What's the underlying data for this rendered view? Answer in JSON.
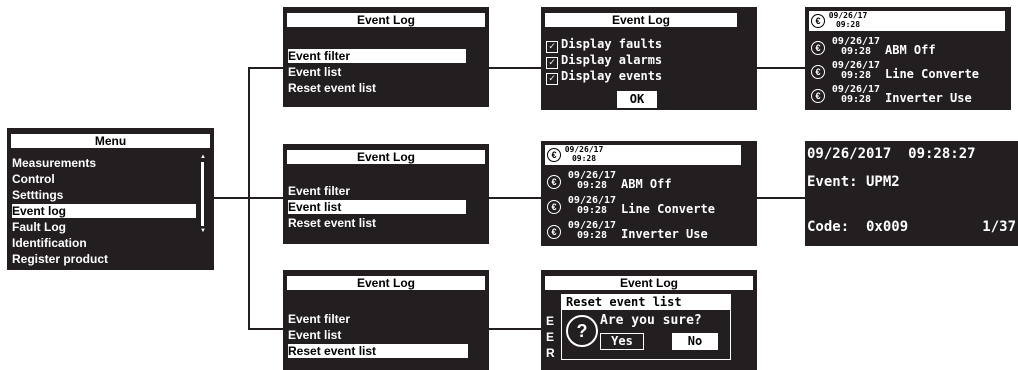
{
  "menu": {
    "title": "Menu",
    "items": [
      "Measurements",
      "Control",
      "Setttings",
      "Event log",
      "Fault Log",
      "Identification",
      "Register product"
    ]
  },
  "event_log_screen": {
    "title": "Event Log",
    "items": [
      "Event filter",
      "Event list",
      "Reset event list"
    ]
  },
  "filter_screen": {
    "title": "Event Log",
    "options": [
      "Display faults",
      "Display alarms",
      "Display events"
    ],
    "ok_label": "OK"
  },
  "event_list": {
    "rows": [
      {
        "date": "09/26/17",
        "time": "09:28",
        "text": ""
      },
      {
        "date": "09/26/17",
        "time": "09:28",
        "text": "ABM Off"
      },
      {
        "date": "09/26/17",
        "time": "09:28",
        "text": "Line Converte"
      },
      {
        "date": "09/26/17",
        "time": "09:28",
        "text": "Inverter Use"
      }
    ]
  },
  "event_detail": {
    "datetime": "09/26/2017  09:28:27",
    "event": "Event: UPM2",
    "code": "Code:  0x009",
    "position": "1/37"
  },
  "reset_dialog": {
    "title": "Event Log",
    "header": "Reset event list",
    "question": "Are you sure?",
    "yes_label": "Yes",
    "no_label": "No",
    "background_letters": [
      "E",
      "E",
      "R"
    ]
  }
}
